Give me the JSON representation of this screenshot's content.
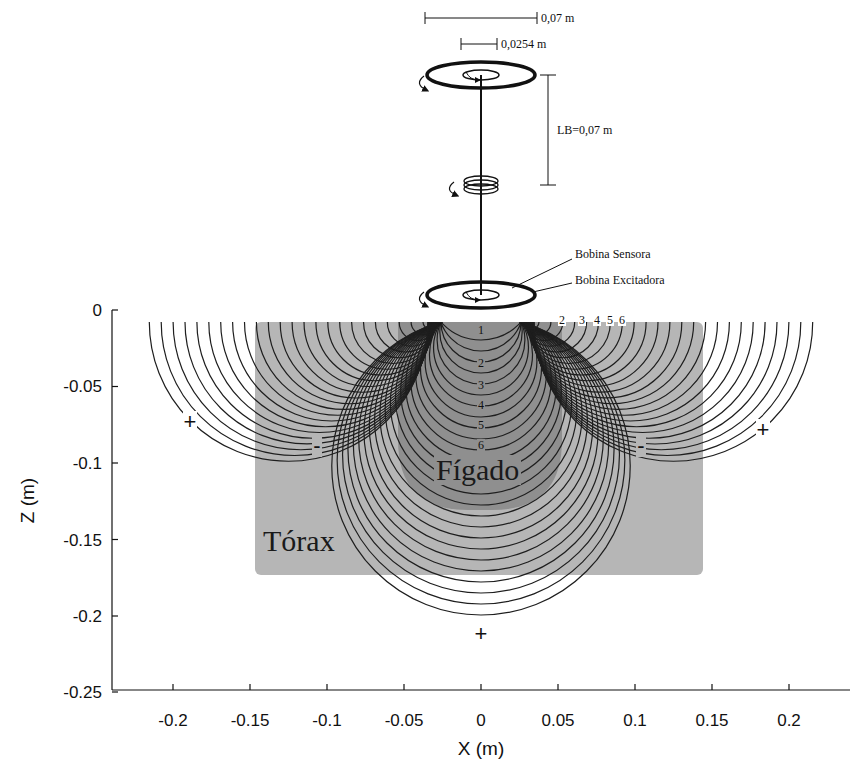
{
  "diagram": {
    "nodes": [
      {
        "text": [
          "Tórax"
        ]
      },
      {
        "text": [
          "Fígado"
        ],
        "in": 0
      }
    ],
    "labels": [
      "0,07 m",
      "0,0254 m",
      "LB=0,07 m",
      "Bobina Sensora",
      "Bobina Excitadora",
      "1",
      "2",
      "3",
      "4",
      "5",
      "6",
      "2",
      "3",
      "4",
      "5",
      "6",
      "+",
      "-",
      "-",
      "+",
      "+",
      "0",
      "-0.05",
      "-0.1",
      "-0.15",
      "-0.2",
      "-0.25",
      "Z (m)",
      "-0.2",
      "-0.15",
      "-0.1",
      "-0.05",
      "0",
      "0.05",
      "0.1",
      "0.15",
      "0.2",
      "X (m)"
    ]
  }
}
